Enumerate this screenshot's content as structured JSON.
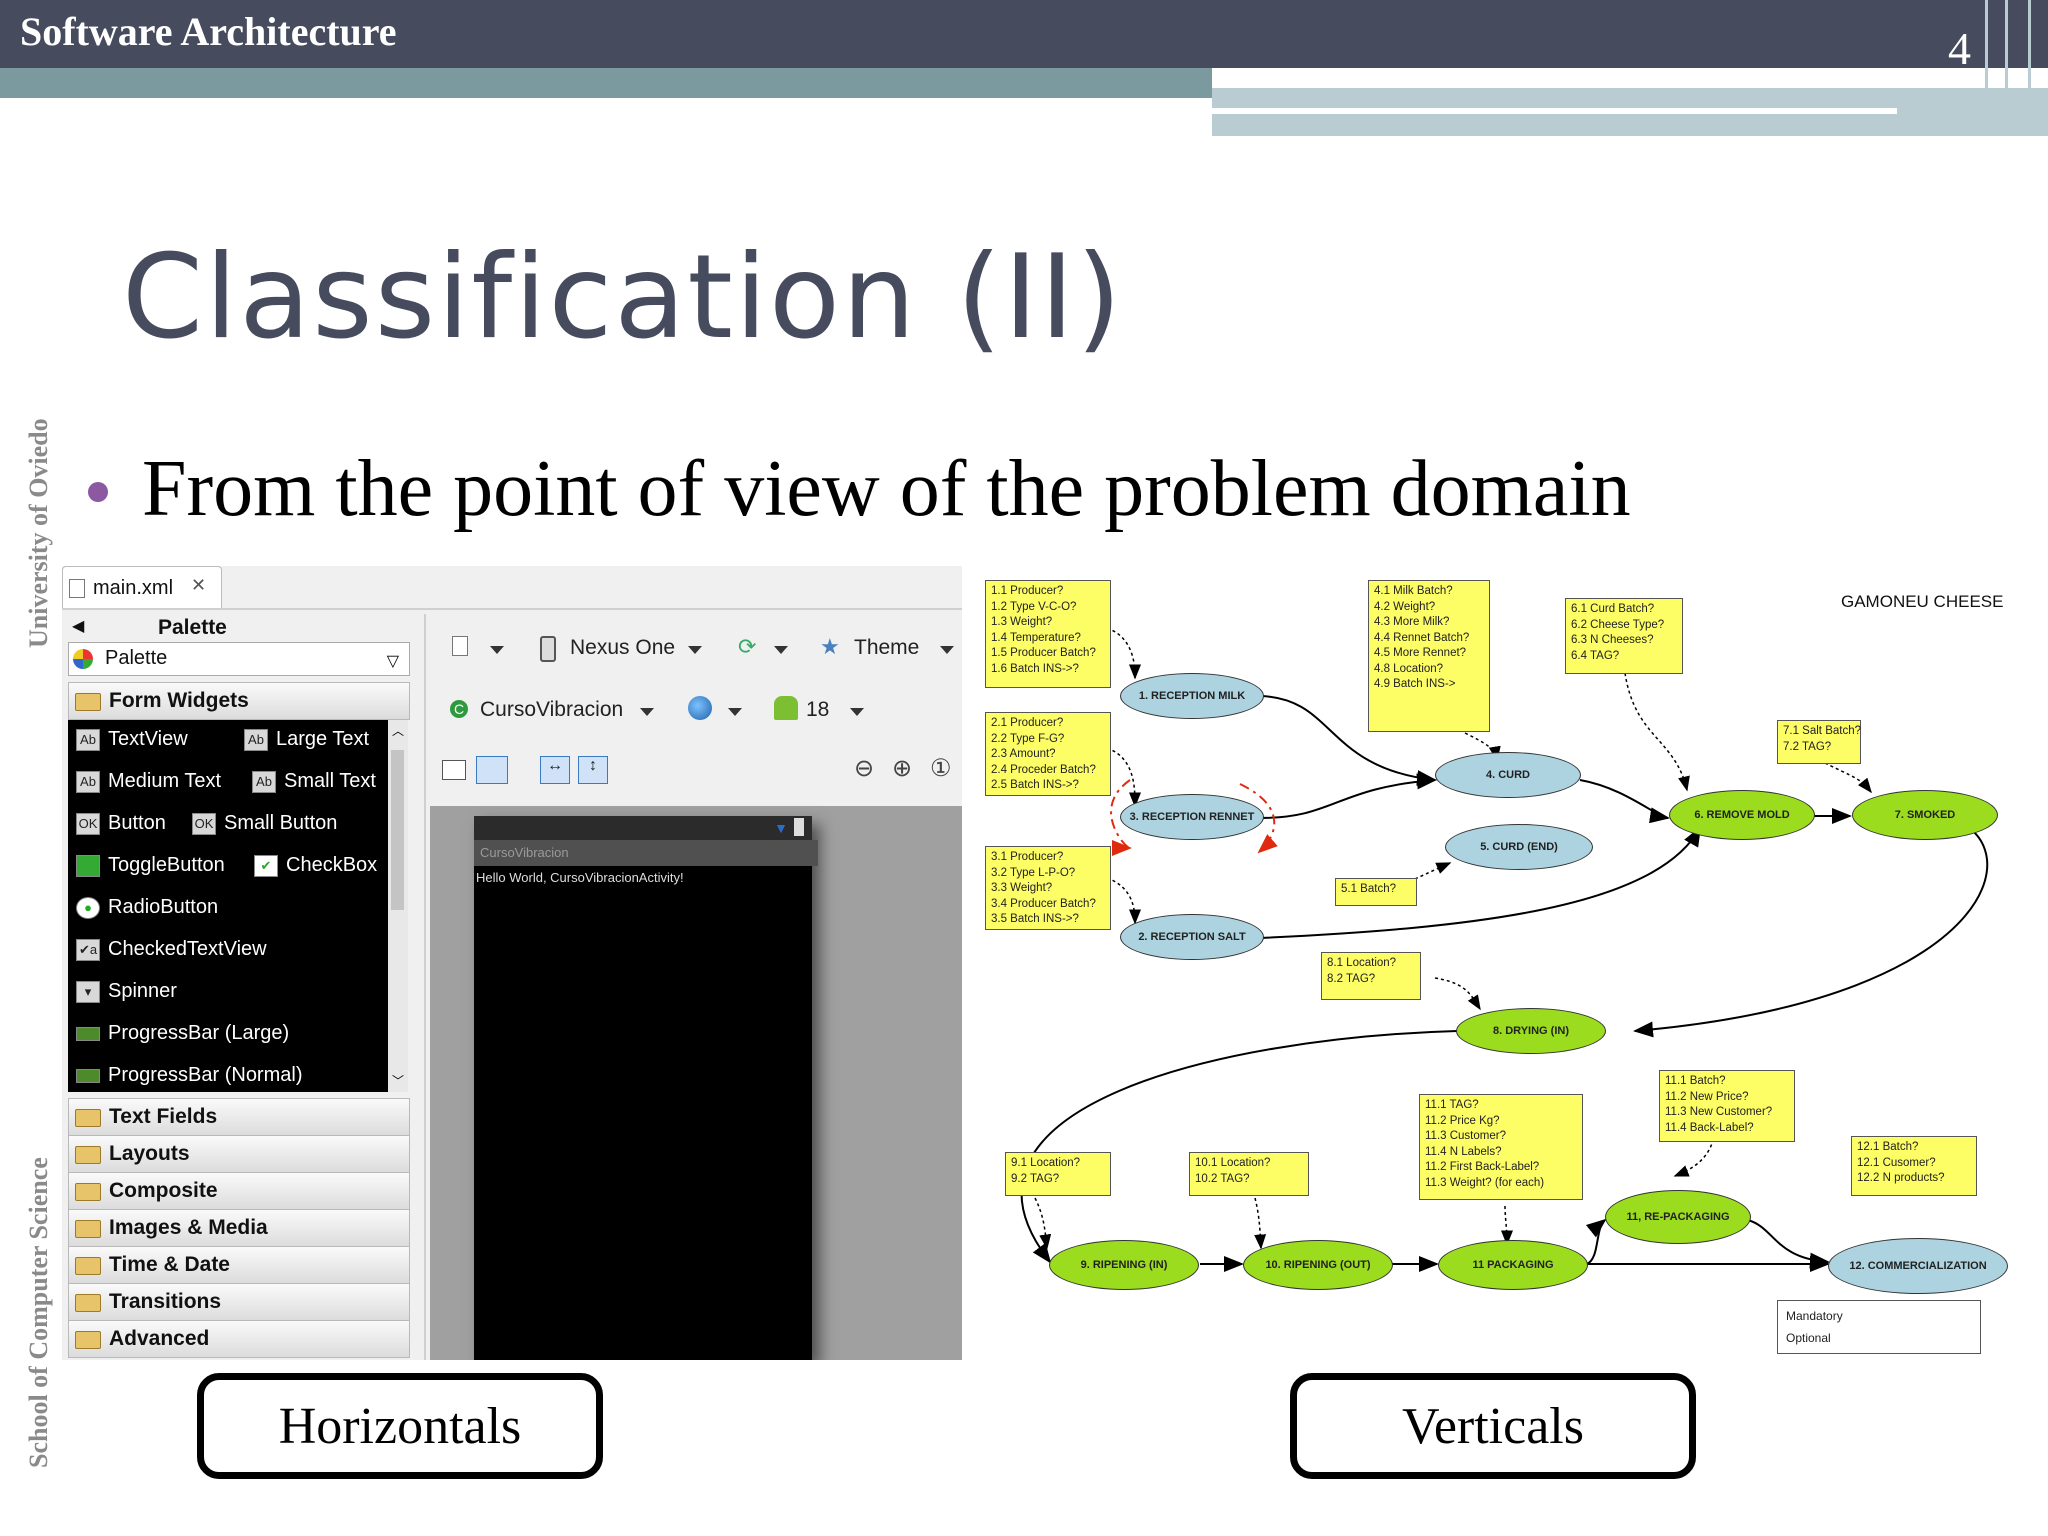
{
  "header": {
    "course": "Software Architecture",
    "slide_number": "4"
  },
  "slide": {
    "title": "Classification (II)",
    "bullet": "From the point of view of the problem domain",
    "side_top": "University of Oviedo",
    "side_bottom": "School of Computer Science",
    "label_left": "Horizontals",
    "label_right": "Verticals"
  },
  "ide": {
    "file_tab": "main.xml",
    "palette_title": "Palette",
    "palette_dropdown": "Palette",
    "form_widgets": "Form Widgets",
    "widgets": [
      {
        "icon": "Ab",
        "label": "TextView"
      },
      {
        "icon": "Ab",
        "label": "Large Text"
      },
      {
        "icon": "Ab",
        "label": "Medium Text"
      },
      {
        "icon": "Ab",
        "label": "Small Text"
      },
      {
        "icon": "OK",
        "label": "Button"
      },
      {
        "icon": "OK",
        "label": "Small Button"
      },
      {
        "icon": "",
        "label": "ToggleButton"
      },
      {
        "icon": "✔",
        "label": "CheckBox"
      },
      {
        "icon": "●",
        "label": "RadioButton"
      },
      {
        "icon": "✔a",
        "label": "CheckedTextView"
      },
      {
        "icon": "▾",
        "label": "Spinner"
      },
      {
        "icon": "",
        "label": "ProgressBar (Large)"
      },
      {
        "icon": "",
        "label": "ProgressBar (Normal)"
      }
    ],
    "folders": [
      "Text Fields",
      "Layouts",
      "Composite",
      "Images & Media",
      "Time & Date",
      "Transitions",
      "Advanced"
    ],
    "toolbar": {
      "device": "Nexus One",
      "theme": "Theme",
      "activity": "CursoVibracion",
      "api": "18"
    },
    "device_preview": {
      "app_title": "CursoVibracion",
      "hello_text": "Hello World, CursoVibracionActivity!"
    }
  },
  "diagram": {
    "title": "GAMONEU CHEESE",
    "notes": {
      "n1": [
        "1.1 Producer?",
        "1.2 Type V-C-O?",
        "1.3 Weight?",
        "1.4 Temperature?",
        "1.5 Producer Batch?",
        "1.6 Batch INS->?"
      ],
      "n2": [
        "2.1 Producer?",
        "2.2 Type F-G?",
        "2.3 Amount?",
        "2.4 Proceder Batch?",
        "2.5 Batch INS->?"
      ],
      "n3": [
        "3.1 Producer?",
        "3.2 Type L-P-O?",
        "3.3 Weight?",
        "3.4 Producer Batch?",
        "3.5 Batch INS->?"
      ],
      "n4": [
        "4.1 Milk Batch?",
        "4.2 Weight?",
        "4.3 More Milk?",
        "4.4 Rennet Batch?",
        "4.5 More Rennet?",
        "4.8 Location?",
        "4.9 Batch INS->"
      ],
      "n5": [
        "5.1 Batch?"
      ],
      "n6": [
        "6.1 Curd Batch?",
        "6.2 Cheese Type?",
        "6.3 N Cheeses?",
        "6.4 TAG?"
      ],
      "n7": [
        "7.1 Salt Batch?",
        "7.2 TAG?"
      ],
      "n8": [
        "8.1 Location?",
        "8.2 TAG?"
      ],
      "n9": [
        "9.1 Location?",
        "9.2 TAG?"
      ],
      "n10": [
        "10.1 Location?",
        "10.2 TAG?"
      ],
      "n11": [
        "11.1 TAG?",
        "11.2 Price Kg?",
        "11.3 Customer?",
        "11.4 N Labels?",
        "11.2 First Back-Label?",
        "11.3 Weight? (for each)"
      ],
      "n11b": [
        "11.1 Batch?",
        "11.2 New Price?",
        "11.3 New Customer?",
        "11.4 Back-Label?"
      ],
      "n12": [
        "12.1 Batch?",
        "12.1 Cusomer?",
        "12.2 N products?"
      ]
    },
    "nodes": {
      "r_milk": "1. RECEPTION MILK",
      "r_rennet": "3. RECEPTION RENNET",
      "r_salt": "2. RECEPTION SALT",
      "curd": "4. CURD",
      "curd_end": "5. CURD (END)",
      "remove": "6. REMOVE MOLD",
      "smoked": "7. SMOKED",
      "drying": "8. DRYING (IN)",
      "ripening_in": "9. RIPENING (IN)",
      "ripening_out": "10. RIPENING (OUT)",
      "packaging": "11 PACKAGING",
      "repack": "11, RE-PACKAGING",
      "commerce": "12. COMMERCIALIZATION"
    },
    "legend": {
      "mandatory": "Mandatory",
      "optional": "Optional"
    }
  }
}
